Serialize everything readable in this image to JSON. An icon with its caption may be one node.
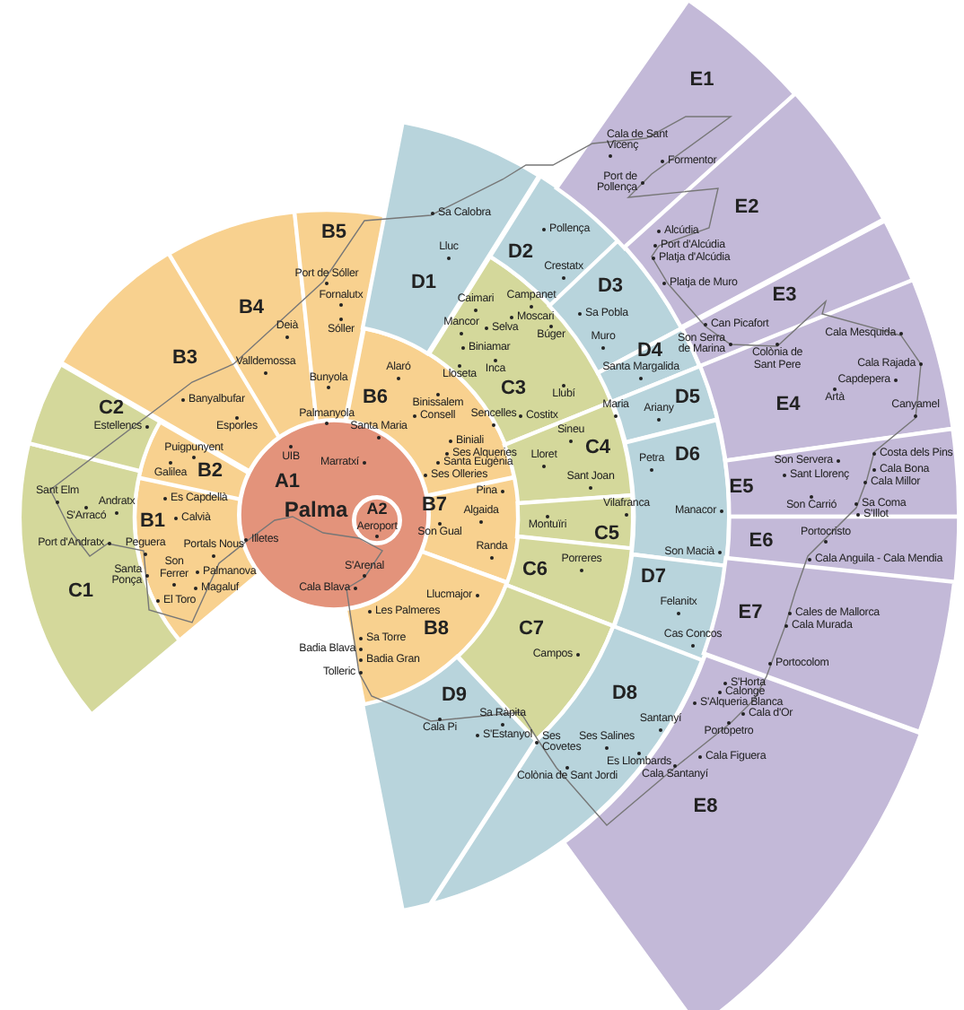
{
  "diagram": {
    "nodes": [
      {
        "text": [
          "UIB",
          "Marratxí",
          "A1",
          "Palma",
          "Illetes",
          "S'Arenal",
          "Cala Blava"
        ]
      },
      {
        "text": [
          "A2",
          "Aeroport"
        ],
        "in": 0
      },
      {
        "text": [
          "Es Capdellà",
          "B1",
          "Calvià",
          "Peguera",
          "Portals Nous",
          "Son Ferrer",
          "Palmanova",
          "Magaluf",
          "El Toro"
        ]
      },
      {
        "text": [
          "Puigpunyent",
          "Galilea",
          "B2"
        ]
      },
      {
        "text": [
          "B3",
          "Banyalbufar",
          "Esporles"
        ]
      },
      {
        "text": [
          "B4",
          "Deià",
          "Valldemossa"
        ]
      },
      {
        "text": [
          "B5",
          "Port de Sóller",
          "Fornalutx",
          "Sóller",
          "Bunyola",
          "Palmanyola"
        ]
      },
      {
        "text": [
          "Alaró",
          "B6",
          "Binissalem",
          "Consell",
          "Santa Maria",
          "Biniali",
          "Ses Alqueries",
          "Santa Eugènia",
          "Ses Olleries"
        ]
      },
      {
        "text": [
          "Pina",
          "B7",
          "Algaida",
          "Son Gual",
          "Randa"
        ]
      },
      {
        "text": [
          "Llucmajor",
          "Les Palmeres",
          "B8",
          "Sa Torre",
          "Badia Gran"
        ]
      },
      {
        "text": [
          "Sant Elm",
          "Andratx",
          "S'Arracó",
          "Port d'Andratx",
          "Santa Ponça",
          "C1"
        ]
      },
      {
        "text": [
          "C2",
          "Estellencs"
        ]
      },
      {
        "text": [
          "Caimari",
          "Campanet",
          "Moscari",
          "Mancor",
          "Selva",
          "Búger",
          "Biniamar",
          "Inca",
          "Lloseta",
          "C3",
          "Llubí",
          "Sencelles",
          "Costitx"
        ]
      },
      {
        "text": [
          "Sineu",
          "C4",
          "Lloret",
          "Sant Joan"
        ]
      },
      {
        "text": [
          "Vilafranca",
          "Montuïri",
          "C5"
        ]
      },
      {
        "text": [
          "Porreres",
          "C6"
        ]
      },
      {
        "text": [
          "C7",
          "Campos"
        ]
      },
      {
        "text": [
          "D1",
          "Sa Calobra",
          "Lluc"
        ]
      },
      {
        "text": [
          "Pollença",
          "D2",
          "Crestatx"
        ]
      },
      {
        "text": [
          "D3",
          "Sa Pobla",
          "Muro"
        ]
      },
      {
        "text": [
          "D4",
          "Santa Margalida"
        ]
      },
      {
        "text": [
          "Maria",
          "Ariany",
          "D5"
        ]
      },
      {
        "text": [
          "D6",
          "Petra",
          "Manacor",
          "Son Macià"
        ]
      },
      {
        "text": [
          "D7",
          "Felanitx",
          "Cas Concos"
        ]
      },
      {
        "text": [
          "D8",
          "Santanyí",
          "Ses Salines",
          "Es Llombards",
          "Ses Covetes",
          "Colònia de Sant Jordi"
        ]
      },
      {
        "text": [
          "D9",
          "Sa Ràpita",
          "Cala Pi",
          "S'Estanyol"
        ]
      },
      {
        "text": [
          "E1",
          "Cala de Sant Vicenç",
          "Formentor",
          "Port de Pollença"
        ]
      },
      {
        "text": [
          "E2",
          "Alcúdia",
          "Port d'Alcúdia",
          "Platja d'Alcúdia",
          "Platja de Muro"
        ]
      },
      {
        "text": [
          "E3",
          "Can Picafort",
          "Son Serra de Marina"
        ]
      },
      {
        "text": [
          "Cala Mesquida",
          "Colònia de Sant Pere",
          "Cala Rajada",
          "Capdepera",
          "Artà",
          "E4",
          "Canyamel"
        ]
      },
      {
        "text": [
          "E5",
          "Son Servera",
          "Sant Llorenç",
          "Costa dels Pins",
          "Cala Bona",
          "Cala Millor",
          "Son Carrió",
          "Sa Coma",
          "S'Illot"
        ]
      },
      {
        "text": [
          "E6",
          "Portocristo",
          "Cala Anguila - Cala Mendia"
        ]
      },
      {
        "text": [
          "E7",
          "Cales de Mallorca",
          "Cala Murada",
          "Portocolom"
        ]
      },
      {
        "text": [
          "E8",
          "S'Horta",
          "Calonge",
          "S'Alqueria Blanca",
          "Cala d'Or",
          "Portopetro",
          "Cala Figuera",
          "Cala Santanyí"
        ]
      }
    ],
    "labels": [
      "Badia Blava",
      "Tolleric"
    ]
  }
}
